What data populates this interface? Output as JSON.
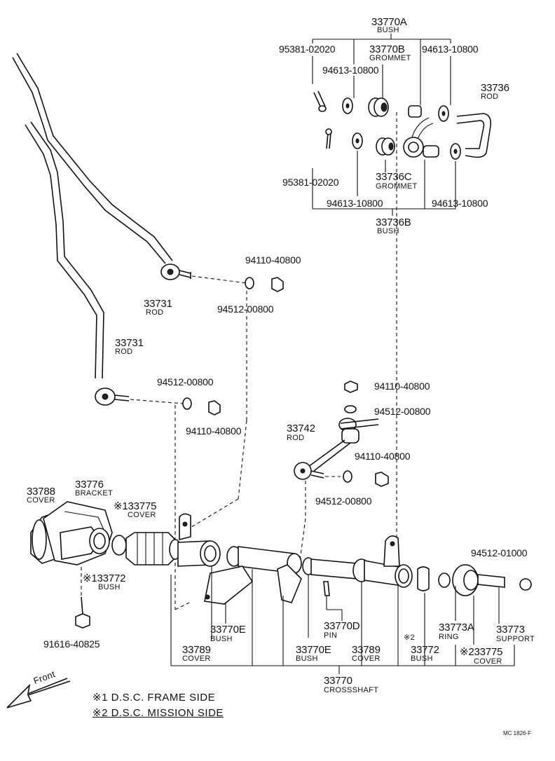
{
  "labels": {
    "p33770A": "33770A",
    "n33770A": "BUSH",
    "p95381a": "95381-02020",
    "p33770B": "33770B",
    "n33770B": "GROMMET",
    "p94613a": "94613-10800",
    "p94613b": "94613-10800",
    "p33736": "33736",
    "n33736": "ROD",
    "p95381b": "95381-02020",
    "p33736C": "33736C",
    "n33736C": "GROMMET",
    "p94613c": "94613-10800",
    "p94613d": "94613-10800",
    "p33736B": "33736B",
    "n33736B": "BUSH",
    "p94110a": "94110-40800",
    "p94512a": "94512-00800",
    "p33731a": "33731",
    "n33731a": "ROD",
    "p33731b": "33731",
    "n33731b": "ROD",
    "p94512b": "94512-00800",
    "p94110b": "94110-40800",
    "p94110c": "94110-40800",
    "p94512c": "94512-00800",
    "p33742": "33742",
    "n33742": "ROD",
    "p94110d": "94110-40800",
    "p94512d": "94512-00800",
    "p33788": "33788",
    "n33788": "COVER",
    "p33776": "33776",
    "n33776": "BRACKET",
    "p33775a": "※133775",
    "n33775a": "COVER",
    "p33772a": "※133772",
    "n33772a": "BUSH",
    "p94512e": "94512-01000",
    "p91616": "91616-40825",
    "p33789a": "33789",
    "n33789a": "COVER",
    "p33770Ea": "33770E",
    "n33770Ea": "BUSH",
    "p33770D": "33770D",
    "n33770D": "PIN",
    "p33770Eb": "33770E",
    "n33770Eb": "BUSH",
    "p33789b": "33789",
    "n33789b": "COVER",
    "mark2a": "※2",
    "p33772b": "33772",
    "n33772b": "BUSH",
    "p33773A": "33773A",
    "n33773A": "RING",
    "p33773": "33773",
    "n33773": "SUPPORT",
    "p33775b": "※233775",
    "n33775b": "COVER",
    "p33770": "33770",
    "n33770": "CROSSSHAFT",
    "front": "Front",
    "note1": "※1 D.S.C.  FRAME SIDE",
    "note2": "※2 D.S.C.  MISSION SIDE",
    "ref": "MC 1826-F"
  }
}
